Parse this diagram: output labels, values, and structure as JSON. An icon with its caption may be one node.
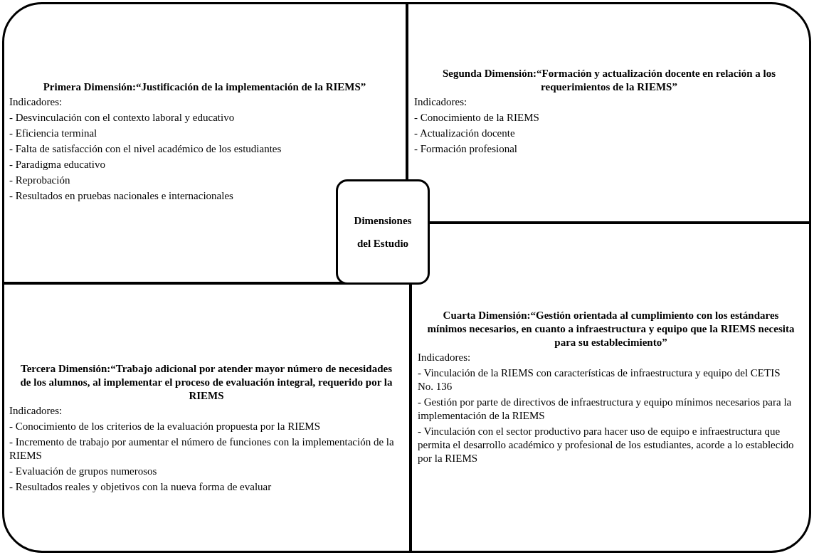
{
  "diagram": {
    "nodes": [
      {
        "text": [
          "Primera Dimensión:“Justificación de la implementación de la RIEMS”",
          "Indicadores:",
          "- Desvinculación con el contexto laboral y educativo",
          "- Eficiencia terminal",
          "- Falta de satisfacción con el nivel académico de los estudiantes",
          "- Paradigma educativo",
          "- Reprobación",
          "- Resultados en pruebas nacionales e internacionales"
        ]
      },
      {
        "text": [
          "Segunda Dimensión:“Formación y actualización docente en relación a los requerimientos de la RIEMS”",
          "Indicadores:",
          "- Conocimiento de la RIEMS",
          "- Actualización docente",
          "- Formación profesional"
        ]
      },
      {
        "text": [
          "Tercera Dimensión:“Trabajo adicional por atender mayor número de necesidades de los alumnos, al implementar el proceso de evaluación integral, requerido por la RIEMS",
          "Indicadores:",
          "- Conocimiento de los criterios de la evaluación propuesta por la RIEMS",
          "- Incremento de trabajo por aumentar el número de funciones con la implementación de la RIEMS",
          "- Evaluación de grupos numerosos",
          "- Resultados reales y objetivos con la nueva forma de evaluar"
        ]
      },
      {
        "text": [
          "Cuarta Dimensión:“Gestión orientada al cumplimiento con los estándares mínimos necesarios, en cuanto a infraestructura y equipo que la RIEMS necesita para su establecimiento”",
          "Indicadores:",
          "- Vinculación de la RIEMS con características de infraestructura y equipo del CETIS No. 136",
          "- Gestión por parte de directivos de infraestructura y equipo mínimos necesarios para la implementación de la RIEMS",
          "- Vinculación con el sector productivo para hacer uso de equipo e infraestructura que permita el desarrollo académico y profesional de los estudiantes, acorde a lo establecido por la RIEMS"
        ]
      },
      {
        "text": [
          "Dimensiones del Estudio"
        ]
      }
    ]
  }
}
